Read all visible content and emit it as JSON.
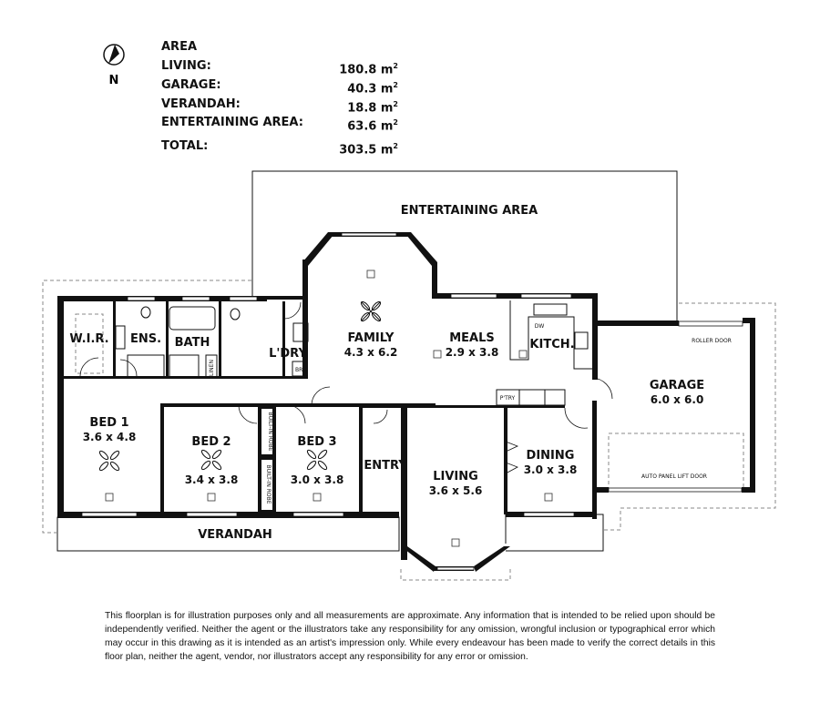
{
  "compass": {
    "label": "N"
  },
  "area": {
    "heading": "AREA",
    "rows": [
      {
        "label": "LIVING:",
        "value": "180.8 m",
        "unit_sup": "2"
      },
      {
        "label": "GARAGE:",
        "value": "40.3 m",
        "unit_sup": "2"
      },
      {
        "label": "VERANDAH:",
        "value": "18.8 m",
        "unit_sup": "2"
      },
      {
        "label": "ENTERTAINING AREA:",
        "value": "63.6 m",
        "unit_sup": "2"
      }
    ],
    "total": {
      "label": "TOTAL:",
      "value": "303.5 m",
      "unit_sup": "2"
    }
  },
  "rooms": {
    "entertaining": {
      "name": "ENTERTAINING AREA"
    },
    "family": {
      "name": "FAMILY",
      "dim": "4.3 x 6.2"
    },
    "meals": {
      "name": "MEALS",
      "dim": "2.9 x 3.8"
    },
    "kitchen": {
      "name": "KITCH."
    },
    "garage": {
      "name": "GARAGE",
      "dim": "6.0 x 6.0"
    },
    "wir": {
      "name": "W.I.R."
    },
    "ens": {
      "name": "ENS."
    },
    "bath": {
      "name": "BATH"
    },
    "laundry": {
      "name": "L'DRY"
    },
    "bed1": {
      "name": "BED 1",
      "dim": "3.6 x 4.8"
    },
    "bed2": {
      "name": "BED 2",
      "dim": "3.4 x 3.8"
    },
    "bed3": {
      "name": "BED 3",
      "dim": "3.0 x 3.8"
    },
    "entry": {
      "name": "ENTRY"
    },
    "living": {
      "name": "LIVING",
      "dim": "3.6 x 5.6"
    },
    "dining": {
      "name": "DINING",
      "dim": "3.0 x 3.8"
    },
    "verandah": {
      "name": "VERANDAH"
    }
  },
  "fixtures": {
    "linen": "LINEN",
    "broom": "BR.",
    "pantry": "P'TRY",
    "dishwasher": "DW",
    "builtin_robe": "BUILT-IN ROBE",
    "roller_door": "ROLLER DOOR",
    "lift_door": "AUTO PANEL LIFT DOOR"
  },
  "disclaimer": "This floorplan is for illustration purposes only and all measurements are approximate. Any information that is intended to be relied upon should be independently verified. Neither the agent or the illustrators take any responsibility for any omission, wrongful inclusion or typographical error which may occur in this drawing as it is intended as an artist's impression only. While every endeavour has been made to verify the correct details in this floor plan, neither the agent, vendor, nor illustrators accept any responsibility for any error or omission."
}
